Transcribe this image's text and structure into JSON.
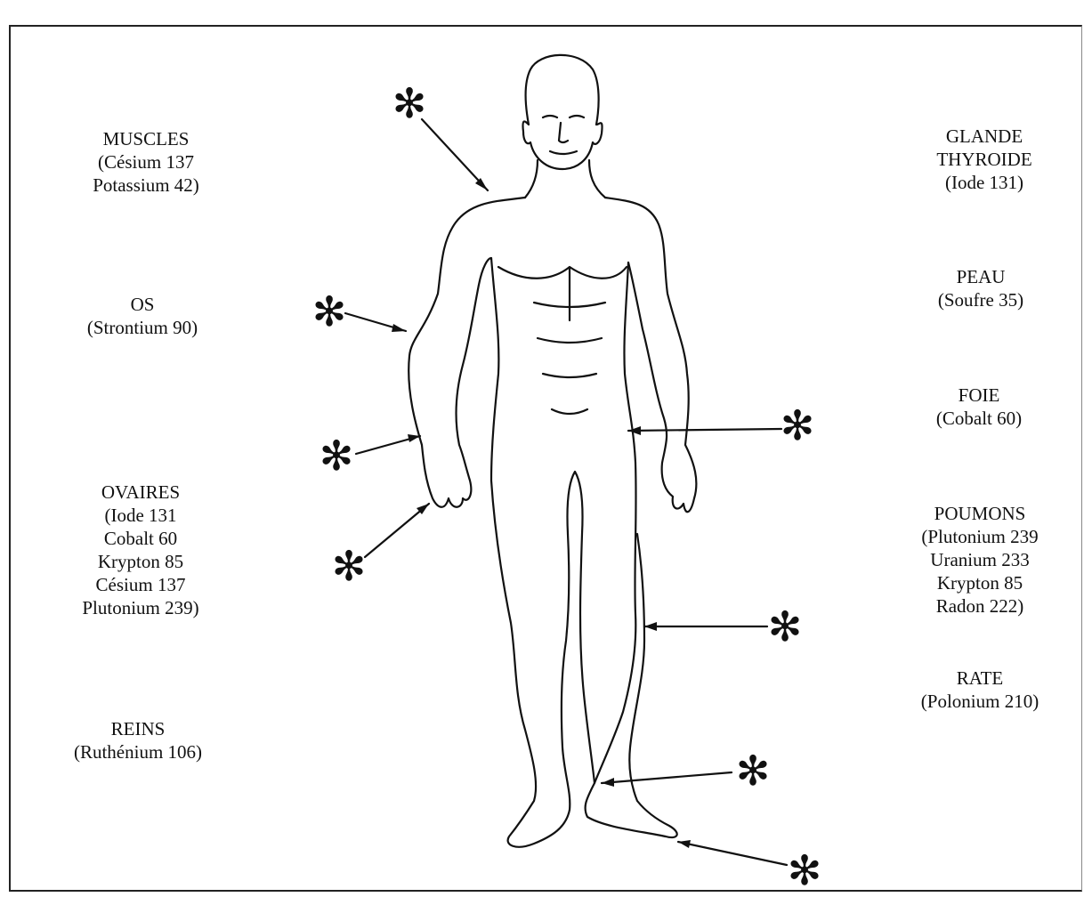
{
  "labels": {
    "muscles": {
      "name": "MUSCLES",
      "line1": "(Césium 137",
      "line2": "Potassium 42)"
    },
    "os": {
      "name": "OS",
      "line1": "(Strontium 90)"
    },
    "ovaires": {
      "name": "OVAIRES",
      "line1": "(Iode 131",
      "line2": "Cobalt 60",
      "line3": "Krypton 85",
      "line4": "Césium 137",
      "line5": "Plutonium 239)"
    },
    "reins": {
      "name": "REINS",
      "line1": "(Ruthénium 106)"
    },
    "thyroide": {
      "name1": "GLANDE",
      "name2": "THYROIDE",
      "line1": "(Iode 131)"
    },
    "peau": {
      "name": "PEAU",
      "line1": "(Soufre 35)"
    },
    "foie": {
      "name": "FOIE",
      "line1": "(Cobalt 60)"
    },
    "poumons": {
      "name": "POUMONS",
      "line1": "(Plutonium 239",
      "line2": "Uranium 233",
      "line3": "Krypton 85",
      "line4": "Radon 222)"
    },
    "rate": {
      "name": "RATE",
      "line1": "(Polonium 210)"
    }
  },
  "marker_symbol": "✻",
  "colors": {
    "ink": "#111111",
    "background": "#ffffff"
  }
}
